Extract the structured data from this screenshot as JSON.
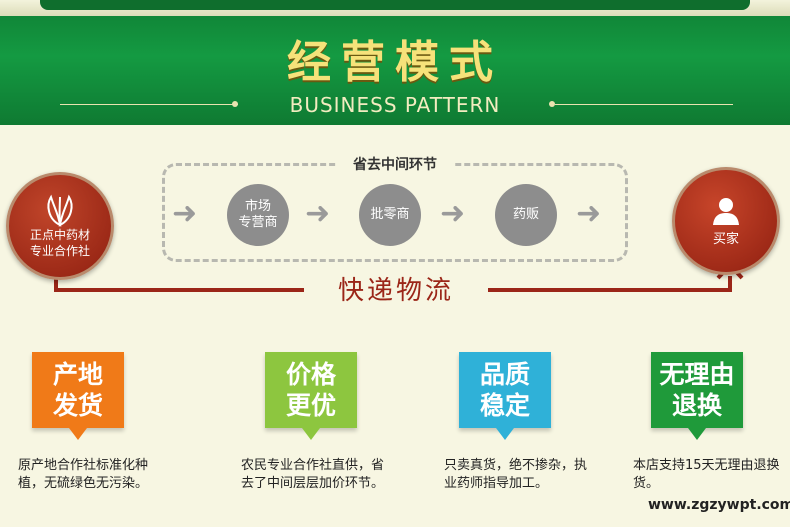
{
  "header": {
    "title": "经营模式",
    "subtitle": "BUSINESS PATTERN"
  },
  "flow": {
    "seller": {
      "line1": "正点中药材",
      "line2": "专业合作社"
    },
    "middle_label": "省去中间环节",
    "middle_nodes": [
      {
        "line1": "市场",
        "line2": "专营商"
      },
      {
        "line1": "批零商",
        "line2": ""
      },
      {
        "line1": "药贩",
        "line2": ""
      }
    ],
    "buyer": {
      "label": "买家"
    },
    "logistics": "快递物流"
  },
  "features": [
    {
      "line1": "产地",
      "line2": "发货",
      "color": "#f07a18",
      "desc": "原产地合作社标准化种植，无硫绿色无污染。"
    },
    {
      "line1": "价格",
      "line2": "更优",
      "color": "#8dc63f",
      "desc": "农民专业合作社直供，省去了中间层层加价环节。"
    },
    {
      "line1": "品质",
      "line2": "稳定",
      "color": "#2fb1d8",
      "desc": "只卖真货，绝不掺杂，执业药师指导加工。"
    },
    {
      "line1": "无理由",
      "line2": "退换",
      "color": "#1f9a3a",
      "desc": "本店支持15天无理由退换货。"
    }
  ],
  "watermark": "www.zgzywpt.com"
}
